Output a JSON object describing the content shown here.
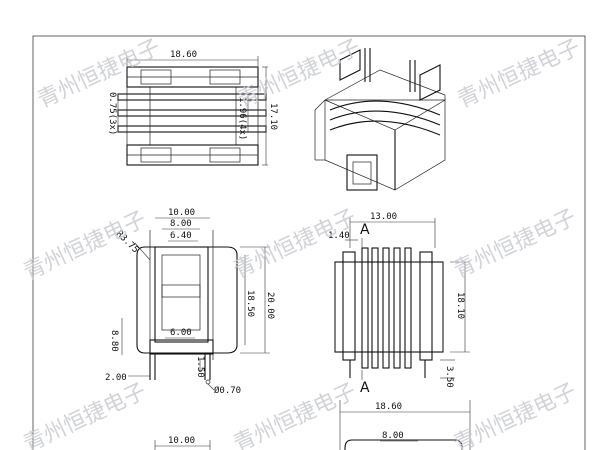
{
  "watermark_text": "青州恒捷电子",
  "top_view": {
    "width_label": "18.60",
    "height_label": "17.10",
    "pitch_left_label": "0.75(3x)",
    "pitch_right_label": "1.96(4x)"
  },
  "front_view": {
    "outer_width_label": "10.00",
    "mid_width_label": "8.00",
    "inner_width_label": "6.40",
    "radius_label": "R3.75",
    "height_inner_label": "18.50",
    "height_outer_label": "20.00",
    "bottom_gap_label": "6.00",
    "left_height_label": "8.80",
    "pin_pitch_label": "2.00",
    "pin_len_label": "1.50",
    "pin_dia_label": "Ø0.70"
  },
  "side_view": {
    "width_label": "13.00",
    "flange_label": "1.40",
    "section_mark": "A",
    "height_label": "18.10",
    "pin_len_label": "3.50"
  },
  "bottom_right_view": {
    "width_label": "18.60",
    "inner_label": "8.00"
  },
  "bottom_left_view": {
    "width_label": "10.00"
  }
}
